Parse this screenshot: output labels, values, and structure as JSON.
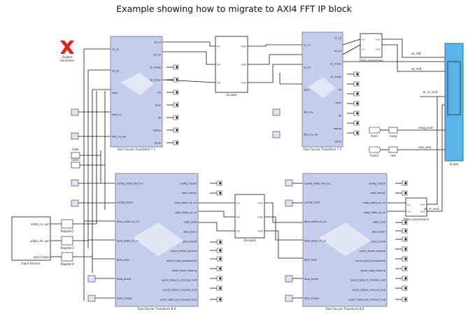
{
  "title": "Example showing how to migrate to AXI4 FFT IP block",
  "logo": {
    "icon": "xilinx-logo",
    "text_line1": "Sysgen",
    "text_line2": "Generator"
  },
  "fft71_a": {
    "caption": "Fast Fourier Transform 7.1",
    "in_ports": [
      "xn_re",
      "xn_im",
      "start",
      "fwd_inv",
      "fwd_inv_we"
    ],
    "out_ports": [
      "xk_re",
      "xk_im",
      "xn_index",
      "xk_index",
      "rfd",
      "busy",
      "dv",
      "edone",
      "done"
    ]
  },
  "fft71_b": {
    "caption": "Fast Fourier Transform 7.1",
    "in_ports": [
      "xn_re",
      "xn_im",
      "start",
      "fwd_inv",
      "fwd_inv_we"
    ],
    "out_ports": [
      "xk_re",
      "xk_im",
      "xn_index",
      "xk_index",
      "rfd",
      "busy",
      "dv",
      "edone",
      "done"
    ]
  },
  "fft80_a": {
    "caption": "Fast Fourier Transform 8.0",
    "in_ports": [
      "config_tdata_fwd_inv",
      "config_tvalid",
      "data_tdata_xn_im",
      "data_tdata_xn_re",
      "data_tlast",
      "data_tvalid",
      "data_tready"
    ],
    "out_ports": [
      "config_tready",
      "data_tready",
      "data_tdata_xk_im",
      "data_tdata_xk_re",
      "data_tlast",
      "data_tuser",
      "data_tvalid",
      "event_frame_started",
      "event_tlast_unexpected",
      "event_tlast_missing",
      "event_data_in_channel_halt",
      "event_status_channel_halt",
      "event_data_out_channel_halt"
    ]
  },
  "fft80_b": {
    "caption": "Fast Fourier Transform 8.0",
    "in_ports": [
      "config_tdata_fwd_inv",
      "config_tvalid",
      "data_tdata_xn_im",
      "data_tdata_xn_re",
      "data_tlast",
      "data_tvalid",
      "data_tready"
    ],
    "out_ports": [
      "config_tready",
      "data_tready",
      "data_tdata_xk_im",
      "data_tdata_xk_re",
      "data_tlast",
      "data_tuser",
      "data_tvalid",
      "event_frame_started",
      "event_tlast_unexpected",
      "event_tlast_missing",
      "event_data_in_channel_halt",
      "event_status_channel_halt",
      "event_data_out_channel_halt"
    ]
  },
  "zscope_a": {
    "caption": "Zscope",
    "in_ports": [
      "In1",
      "In2",
      "In3"
    ],
    "out_ports": [
      "Out1",
      "Out2",
      "Out3"
    ]
  },
  "zscope_b": {
    "caption": "Zscope1",
    "in_ports": [
      "In1",
      "In2",
      "In3"
    ],
    "out_ports": [
      "Out1",
      "Out2",
      "Out3"
    ]
  },
  "dconv_a": {
    "caption": "Data conversion",
    "in_ports": [
      "In1",
      "In2"
    ],
    "out_ports": [
      "Out1",
      "Out2"
    ]
  },
  "dconv_b": {
    "caption": "Data conversion1",
    "in_ports": [
      "In1",
      "In2"
    ],
    "out_ports": [
      "Out1",
      "Out2"
    ]
  },
  "input_source": {
    "caption": "Input Source",
    "ports": [
      "xdata_re_out",
      "xdata_im_out",
      "xout_frame"
    ]
  },
  "registers": [
    "Register2",
    "Register3",
    "Register4"
  ],
  "gates": [
    "Gate",
    "Gate1"
  ],
  "from_blocks": [
    "From",
    "From1"
  ],
  "gain_blocks": [
    "imag",
    "real"
  ],
  "scope": {
    "caption": "Scope"
  },
  "scope_labels": [
    "xk_re8",
    "xk_im8",
    "xk_re_vout",
    "xk_re_vout",
    "imag_vout",
    "real_vout"
  ]
}
